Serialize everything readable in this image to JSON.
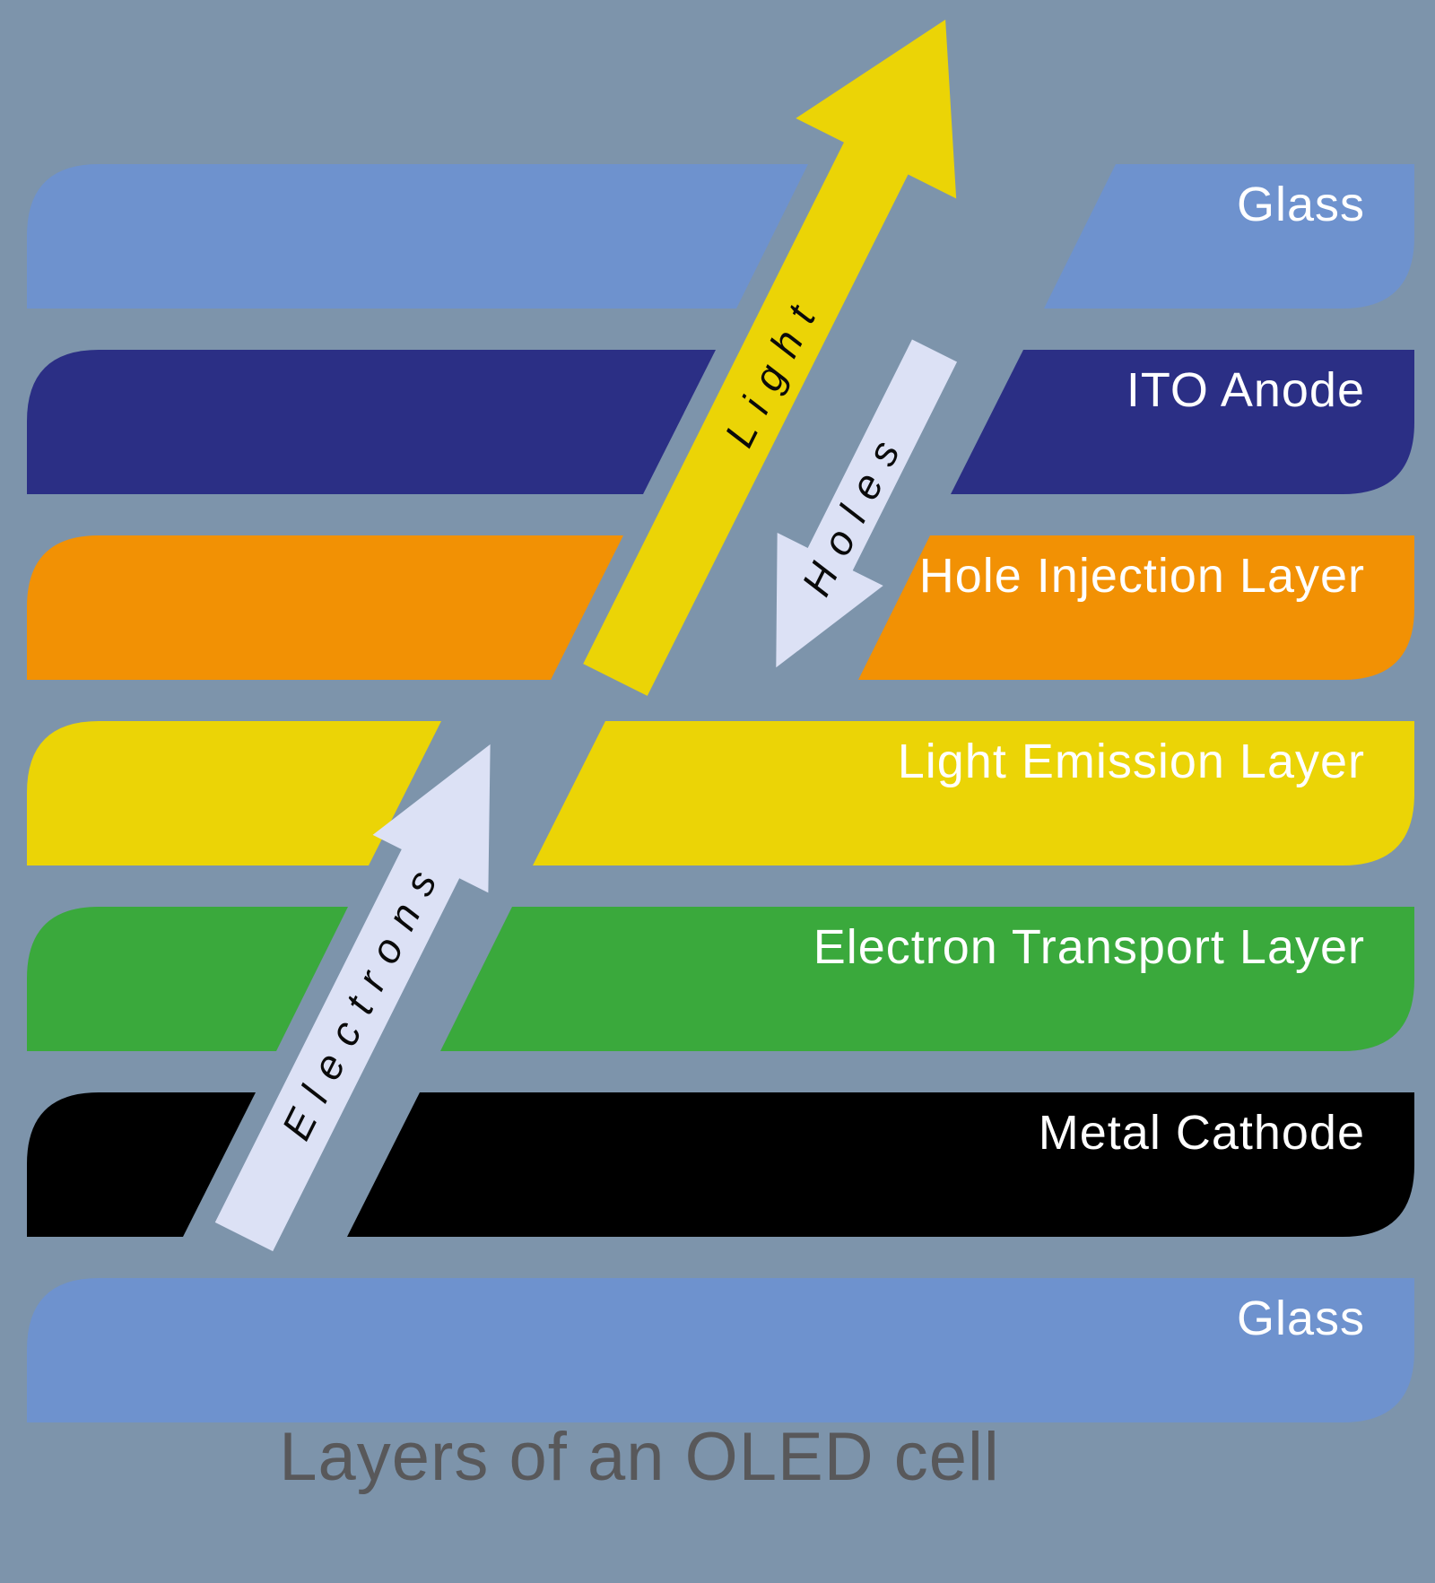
{
  "background_color": "#7d94ab",
  "title": {
    "text": "Layers of an OLED cell",
    "color": "#58585a"
  },
  "label_color": "#ffffff",
  "layers": [
    {
      "id": "glass-top",
      "label": "Glass",
      "color": "#6e92ce",
      "split_by_arrow": true
    },
    {
      "id": "ito-anode",
      "label": "ITO Anode",
      "color": "#2b2f85",
      "split_by_arrow": true
    },
    {
      "id": "hole-injection",
      "label": "Hole Injection Layer",
      "color": "#f29104",
      "split_by_arrow": true
    },
    {
      "id": "light-emission",
      "label": "Light Emission Layer",
      "color": "#ebd406",
      "split_by_arrow": true
    },
    {
      "id": "electron-transport",
      "label": "Electron Transport Layer",
      "color": "#3aa93c",
      "split_by_arrow": true
    },
    {
      "id": "metal-cathode",
      "label": "Metal Cathode",
      "color": "#000000",
      "split_by_arrow": true
    },
    {
      "id": "glass-bottom",
      "label": "Glass",
      "color": "#6e92ce",
      "split_by_arrow": false
    }
  ],
  "arrows": [
    {
      "id": "light",
      "label": "Light",
      "color": "#ebd406",
      "text_color": "#0a0a0a",
      "direction": "up-right"
    },
    {
      "id": "holes",
      "label": "Holes",
      "color": "#dce1f5",
      "text_color": "#0a0a0a",
      "direction": "down-left"
    },
    {
      "id": "electrons",
      "label": "Electrons",
      "color": "#dce1f5",
      "text_color": "#0a0a0a",
      "direction": "up-right"
    }
  ]
}
